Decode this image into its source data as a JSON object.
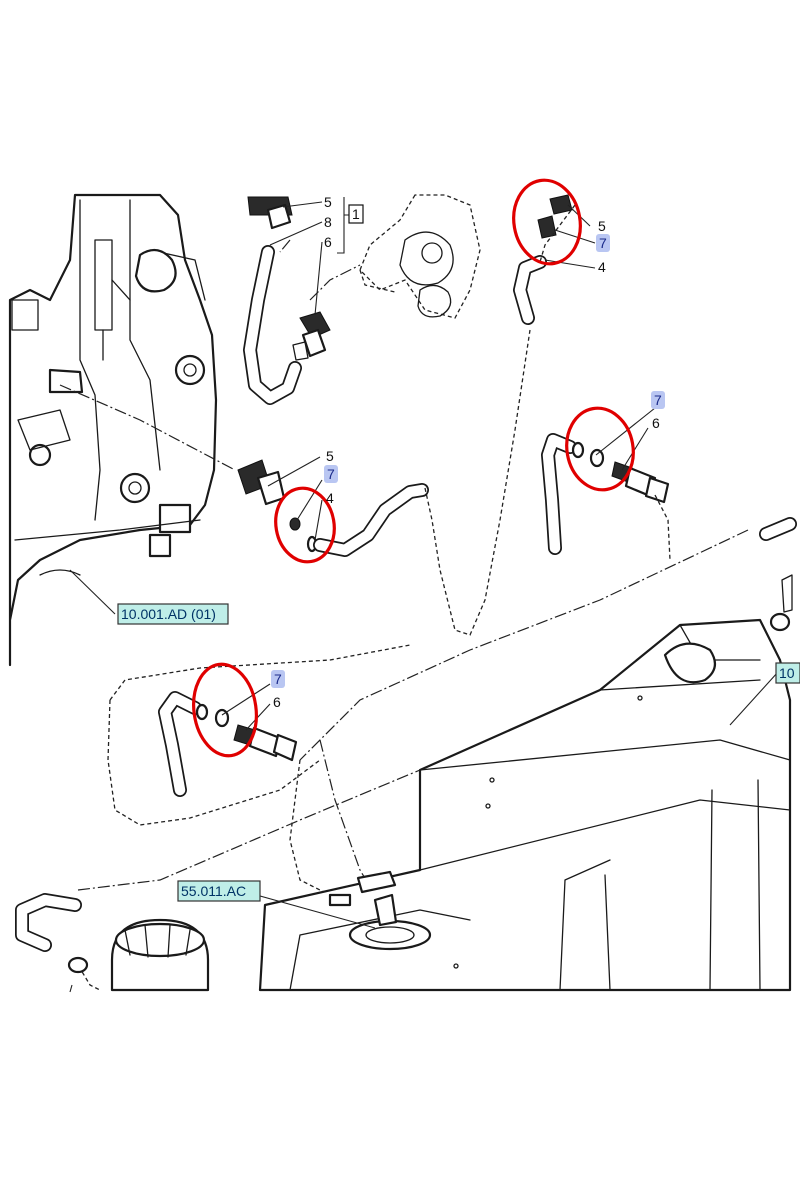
{
  "diagram": {
    "callouts": {
      "top_left_5": "5",
      "top_left_8": "8",
      "top_left_6": "6",
      "group_number": "1",
      "top_right_5": "5",
      "top_right_7": "7",
      "top_right_4": "4",
      "mid_right_7": "7",
      "mid_right_6": "6",
      "mid_left_5": "5",
      "mid_left_7": "7",
      "mid_left_4": "4",
      "lower_left_7": "7",
      "lower_left_6": "6"
    },
    "references": {
      "frame_ref": "10.001.AD (01)",
      "tank_ref": "55.011.AC",
      "edge_ref": "10"
    },
    "colors": {
      "highlight_circle": "#e00000",
      "reference_label_bg": "#bfeee8",
      "item_highlight_bg": "#b9c6f2"
    }
  }
}
